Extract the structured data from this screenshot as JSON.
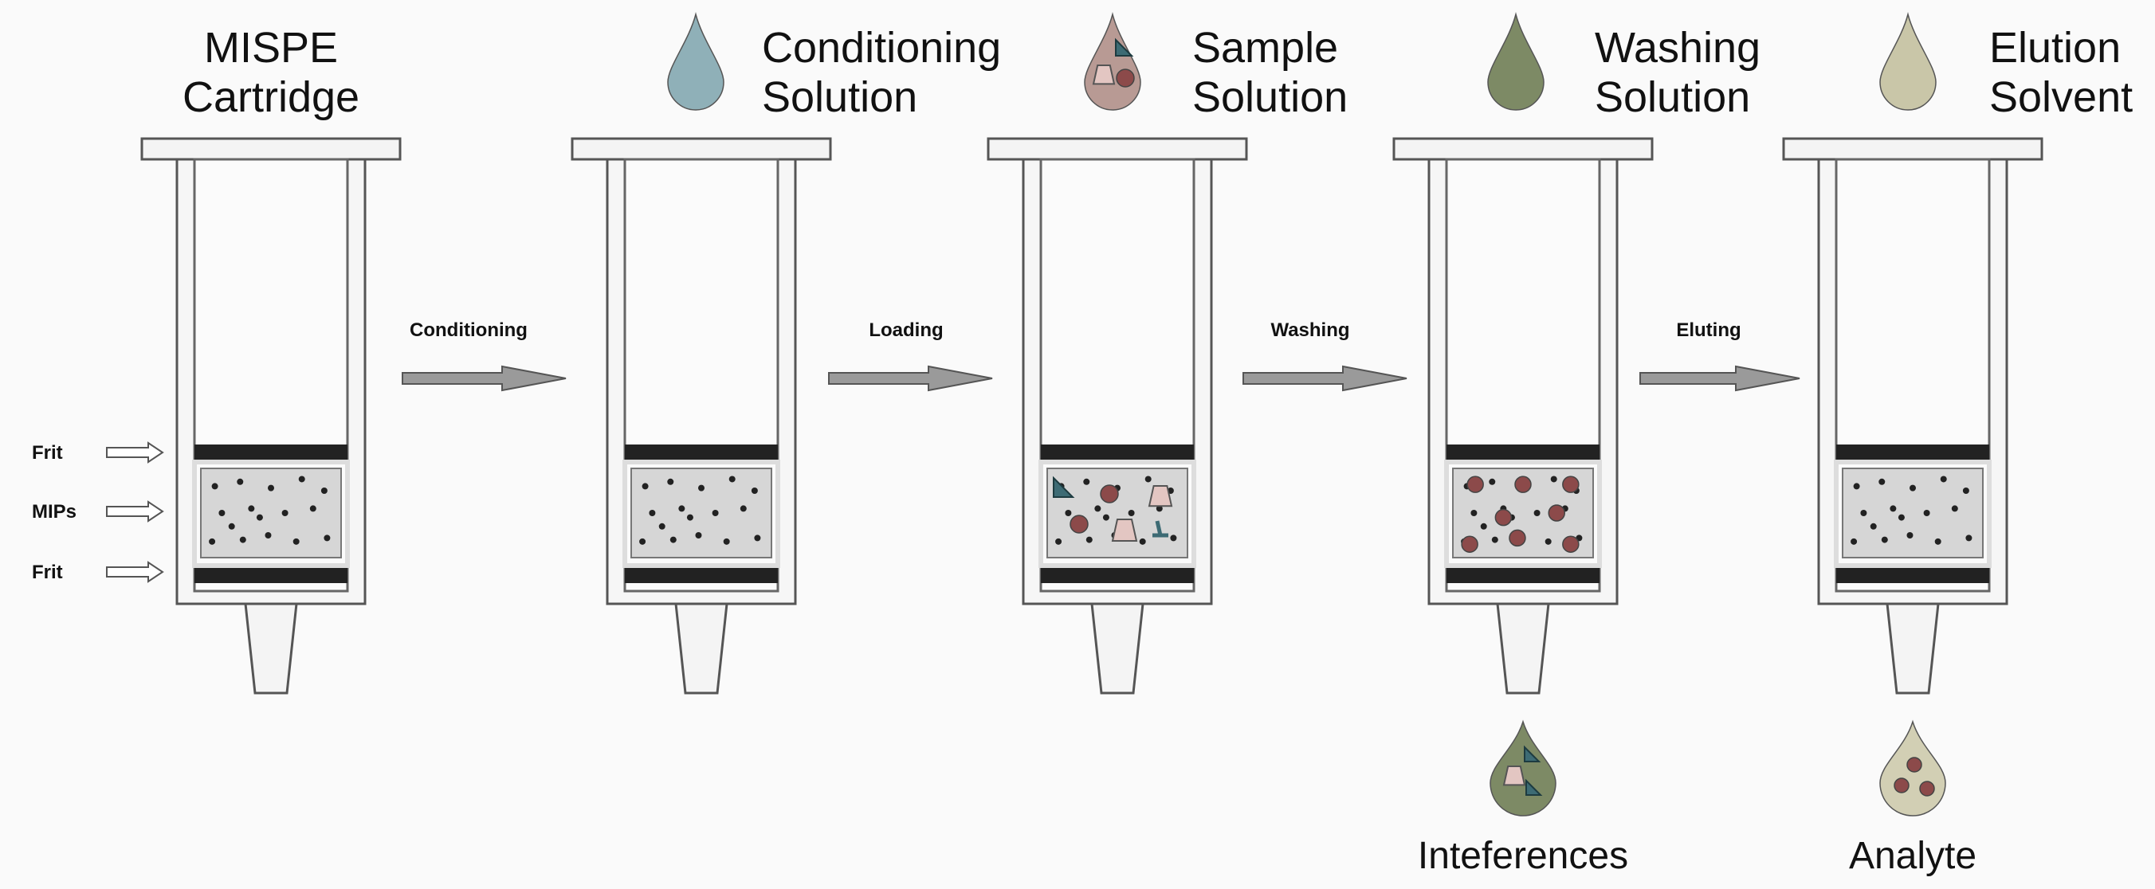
{
  "cartridges": [
    {
      "title_lines": [
        "MISPE",
        "Cartridge"
      ],
      "drop_color": null,
      "drop_contents": null,
      "bed": "mip",
      "output": null
    },
    {
      "title_lines": [
        "Conditioning",
        "Solution"
      ],
      "drop_color": "#8fb0b8",
      "drop_contents": "none",
      "bed": "mip",
      "output": null
    },
    {
      "title_lines": [
        "Sample",
        "Solution"
      ],
      "drop_color": "#b89a94",
      "drop_contents": "sample",
      "bed": "sample",
      "output": null
    },
    {
      "title_lines": [
        "Washing",
        "Solution"
      ],
      "drop_color": "#7d8a65",
      "drop_contents": "none",
      "bed": "analyte",
      "output": {
        "label": "Inteferences",
        "drop_color": "#7d8a65",
        "contents": "interferences"
      }
    },
    {
      "title_lines": [
        "Elution",
        "Solvent"
      ],
      "drop_color": "#c9c6a8",
      "drop_contents": "none",
      "bed": "mip",
      "output": {
        "label": "Analyte",
        "drop_color": "#d2cfb4",
        "contents": "analyte"
      }
    }
  ],
  "steps": [
    "Conditioning",
    "Loading",
    "Washing",
    "Eluting"
  ],
  "parts": [
    "Frit",
    "MIPs",
    "Frit"
  ],
  "colors": {
    "frit": "#222222",
    "bed": "#d6d6d6",
    "analyte": "#8c4a4a",
    "interference_tri": "#3d6b74",
    "interference_cup": "#e3c6c2",
    "arrow_fill": "#9a9a9a"
  }
}
